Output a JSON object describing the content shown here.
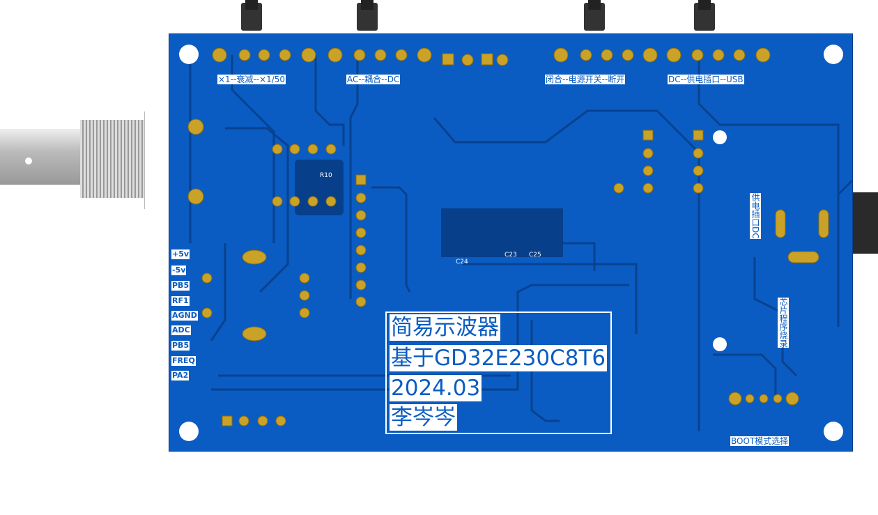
{
  "board": {
    "top_labels": [
      "×1--衰减--×1/50",
      "AC--耦合--DC",
      "闭合--电源开关--断开",
      "DC--供电插口--USB"
    ],
    "side_labels": [
      "+5v",
      "-5v",
      "PB5",
      "RF1",
      "AGND",
      "ADC",
      "PB5",
      "FREQ",
      "PA2"
    ],
    "right_labels": {
      "dc_jack": "供电插口DC",
      "program": "芯片程序烧录",
      "boot": "BOOT模式选择"
    },
    "components": [
      "R10",
      "C24",
      "C23",
      "C25"
    ],
    "title_lines": [
      "简易示波器",
      "基于GD32E230C8T6",
      "2024.03",
      "李岑岑"
    ]
  },
  "colors": {
    "board": "#0a5cc2",
    "trace": "#08428f",
    "pad": "#c9a227"
  }
}
